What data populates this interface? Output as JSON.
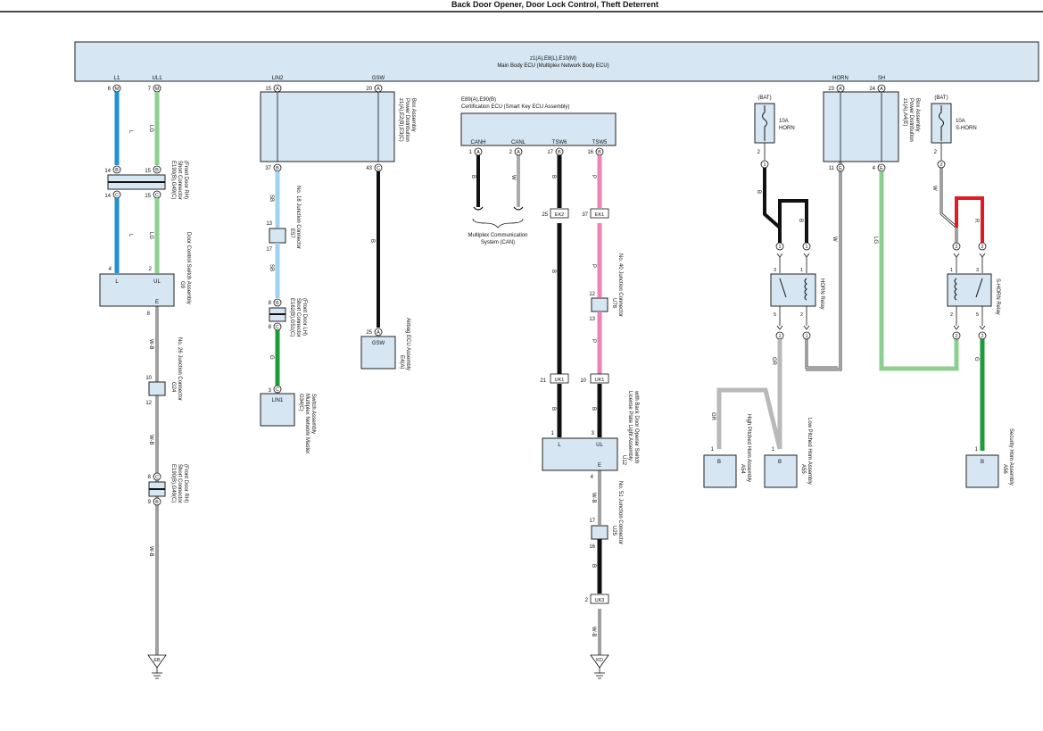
{
  "title": "Back Door Opener, Door Lock Control, Theft Deterrent",
  "main_ecu": {
    "codes": "z1(A),E8(L),E10(M)",
    "name": "Main Body ECU (Multiplex Network Body ECU)"
  },
  "pins_top": {
    "L1": {
      "label": "L1",
      "num": "6",
      "conn": "M"
    },
    "UL1": {
      "label": "UL1",
      "num": "7",
      "conn": "M"
    },
    "LIN2": {
      "label": "LIN2",
      "num": "15",
      "conn": "A"
    },
    "GSW": {
      "label": "GSW",
      "num": "20",
      "conn": "A"
    },
    "HORN": {
      "label": "HORN",
      "num": "23",
      "conn": "A"
    },
    "SH": {
      "label": "SH",
      "num": "24",
      "conn": "A"
    }
  },
  "wire_colors": {
    "L": "L",
    "LG": "LG",
    "SB": "SB",
    "G": "G",
    "B": "B",
    "W": "W",
    "P": "P",
    "R": "R",
    "GR": "GR",
    "WB": "W-B"
  },
  "colors": {
    "blue": "#1e90d6",
    "lightgreen": "#8ccf8f",
    "skyblue": "#9fd3ef",
    "green": "#1f9a3a",
    "pink": "#ee82b6",
    "red": "#e01b24",
    "gray": "#b9b9b9",
    "black": "#111111",
    "box": "#d6e6f2"
  },
  "e190_top": {
    "code": "E190(B),G49(C)",
    "desc": "Short Connector",
    "loc": "(Front Door RH)",
    "p1": "14",
    "c1": "B",
    "p2": "15",
    "c2": "B",
    "p3": "14",
    "c3": "C",
    "p4": "15",
    "c4": "C"
  },
  "g9": {
    "code": "G9",
    "desc": "Door Control Switch Assembly",
    "L": "L",
    "UL": "UL",
    "E": "E",
    "pL": "4",
    "pUL": "2",
    "pE": "8"
  },
  "g24": {
    "code": "G24",
    "desc": "No. 26 Junction Connector",
    "p1": "10",
    "p2": "12"
  },
  "e190_bot": {
    "code": "E190(B),G49(C)",
    "desc": "Short Connector",
    "loc": "(Front Door RH)",
    "p1": "8",
    "c1": "C",
    "p2": "9",
    "c2": "B"
  },
  "ground_eb": "EB",
  "pdb1": {
    "codes": "z1(A),E2(B),E3(C)",
    "desc": "Power Distribution",
    "desc2": "Box Assembly",
    "p1": "37",
    "c1": "B",
    "p2": "43",
    "c2": "C"
  },
  "e57": {
    "code": "E57",
    "desc": "No. 18 Junction Connector",
    "p1": "13",
    "p2": "17"
  },
  "e162": {
    "code": "E162(B),G51(C)",
    "desc": "Short Connector",
    "loc": "(Front Door LH)",
    "p1": "8",
    "c1": "B",
    "p2": "8",
    "c2": "C"
  },
  "g34": {
    "code": "G34(C)",
    "desc": "Multiplex Network Master",
    "desc2": "Switch Assembly",
    "label": "LIN1",
    "p": "3",
    "c": "C"
  },
  "e4": {
    "code": "E4(A)",
    "desc": "Airbag ECU Assembly",
    "label": "GSW",
    "p": "25",
    "c": "A"
  },
  "cert": {
    "codes": "E89(A),E90(B)",
    "name": "Certification ECU (Smart Key ECU Assembly)",
    "pins": [
      {
        "label": "CANH",
        "num": "1",
        "conn": "A"
      },
      {
        "label": "CANL",
        "num": "2",
        "conn": "A"
      },
      {
        "label": "TSW6",
        "num": "17",
        "conn": "B"
      },
      {
        "label": "TSW5",
        "num": "16",
        "conn": "B"
      }
    ],
    "can": "Multiplex Communication",
    "can2": "System (CAN)"
  },
  "ek": {
    "n1": "25",
    "l1": "EK2",
    "n2": "37",
    "l2": "EK1"
  },
  "u78": {
    "code": "U78",
    "desc": "No. 40 Junction Connector",
    "p1": "12",
    "p2": "13"
  },
  "uk": {
    "n1": "21",
    "l1": "UK1",
    "n2": "10",
    "l2": "UK1"
  },
  "u12": {
    "code": "U12",
    "desc": "License Plate Light Assembly",
    "desc2": "with Back Door Opener Switch",
    "L": "L",
    "UL": "UL",
    "E": "E",
    "pL": "1",
    "pUL": "3",
    "pE": "4"
  },
  "u25": {
    "code": "U25",
    "desc": "No. 51 Junction Connector",
    "p1": "17",
    "p2": "16"
  },
  "uk3": {
    "n": "2",
    "l": "UK3"
  },
  "ground_kd": "KD",
  "horn_fuse": {
    "bat": "(BAT)",
    "amp": "10A",
    "name": "HORN",
    "p": "2",
    "c": "1"
  },
  "horn_relay": {
    "name": "HORN Relay",
    "t1": "1",
    "t2": "1",
    "p3": "3",
    "p1": "1",
    "p5": "5",
    "p2": "2",
    "b1": "1",
    "b2": "1"
  },
  "pdb2": {
    "codes": "z1(A),A4(E)",
    "desc": "Power Distribution",
    "desc2": "Box Assembly",
    "p1": "11",
    "c1": "E",
    "p2": "4",
    "c2": "E"
  },
  "shorn_fuse": {
    "bat": "(BAT)",
    "amp": "10A",
    "name": "S-HORN",
    "p": "2",
    "c": "2"
  },
  "shorn_relay": {
    "name": "S-HORN Relay",
    "t1": "2",
    "t2": "2",
    "p1": "1",
    "p3": "3",
    "p2": "2",
    "p5": "5",
    "b1": "2",
    "b2": "2"
  },
  "a54": {
    "code": "A54",
    "desc": "High Pitched Horn Assembly",
    "label": "B",
    "p": "1"
  },
  "a55": {
    "code": "A55",
    "desc": "Low Pitched Horn Assembly",
    "label": "B",
    "p": "1"
  },
  "a56": {
    "code": "A56",
    "desc": "Security Horn Assembly",
    "label": "B",
    "p": "1"
  }
}
